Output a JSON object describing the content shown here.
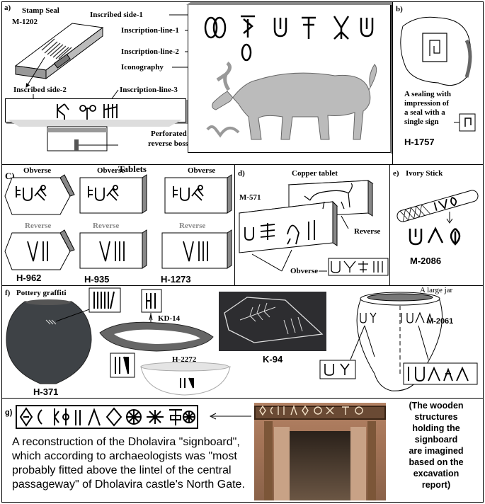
{
  "panel_a": {
    "letter": "a)",
    "stamp_seal": "Stamp Seal",
    "seal_id": "M-1202",
    "inscribed_side_1": "Inscribed side-1",
    "inscription_line_1": "Inscription-line-1",
    "inscription_line_2": "Inscription-line-2",
    "iconography": "Iconography",
    "inscribed_side_2": "Inscribed side-2",
    "inscription_line_3": "Inscription-line-3",
    "boss_line1": "Perforated",
    "boss_line2": "reverse boss"
  },
  "panel_b": {
    "letter": "b)",
    "caption": [
      "A sealing with",
      "impression of",
      "a seal with a",
      "single sign"
    ],
    "id": "H-1757"
  },
  "panel_c": {
    "letter": "C)",
    "title": "Tablets",
    "obverse": "Obverse",
    "reverse": "Reverse",
    "ids": [
      "H-962",
      "H-935",
      "H-1273"
    ]
  },
  "panel_d": {
    "letter": "d)",
    "title": "Copper tablet",
    "id": "M-571",
    "reverse": "Reverse",
    "obverse": "Obverse"
  },
  "panel_e": {
    "letter": "e)",
    "title": "Ivory Stick",
    "id": "M-2086"
  },
  "panel_f": {
    "letter": "f)",
    "pottery": "Pottery graffiti",
    "kd": "KD-14",
    "h2272": "H-2272",
    "h371": "H-371",
    "k94": "K-94",
    "large_jar": "A large jar",
    "m2061": "M-2061"
  },
  "panel_g": {
    "letter": "g)",
    "text": [
      "A reconstruction of the Dholavira \"signboard\",",
      "which according to archaeologists was \"most",
      "probably fitted above the lintel of the central",
      "passageway\" of Dholavira castle's North Gate."
    ],
    "note": [
      "(The wooden",
      "structures",
      "holding the",
      "signboard",
      "are imagined",
      "based on the",
      "excavation",
      "report)"
    ]
  }
}
